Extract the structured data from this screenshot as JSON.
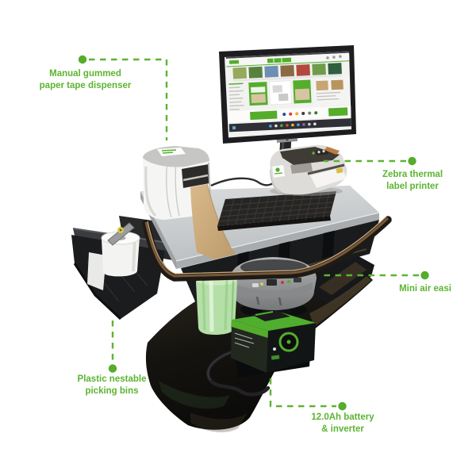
{
  "colors": {
    "accent_green": "#5cb431",
    "background": "#ffffff"
  },
  "callouts": [
    {
      "id": "tape-dispenser",
      "lines": [
        "Manual gummed",
        "paper tape dispenser"
      ]
    },
    {
      "id": "zebra-printer",
      "lines": [
        "Zebra thermal",
        "label printer"
      ]
    },
    {
      "id": "mini-air-easi",
      "lines": [
        "Mini air easi"
      ]
    },
    {
      "id": "picking-bins",
      "lines": [
        "Plastic nestable",
        "picking bins"
      ]
    },
    {
      "id": "battery-inverter",
      "lines": [
        "12.0Ah battery",
        "& inverter"
      ]
    }
  ]
}
